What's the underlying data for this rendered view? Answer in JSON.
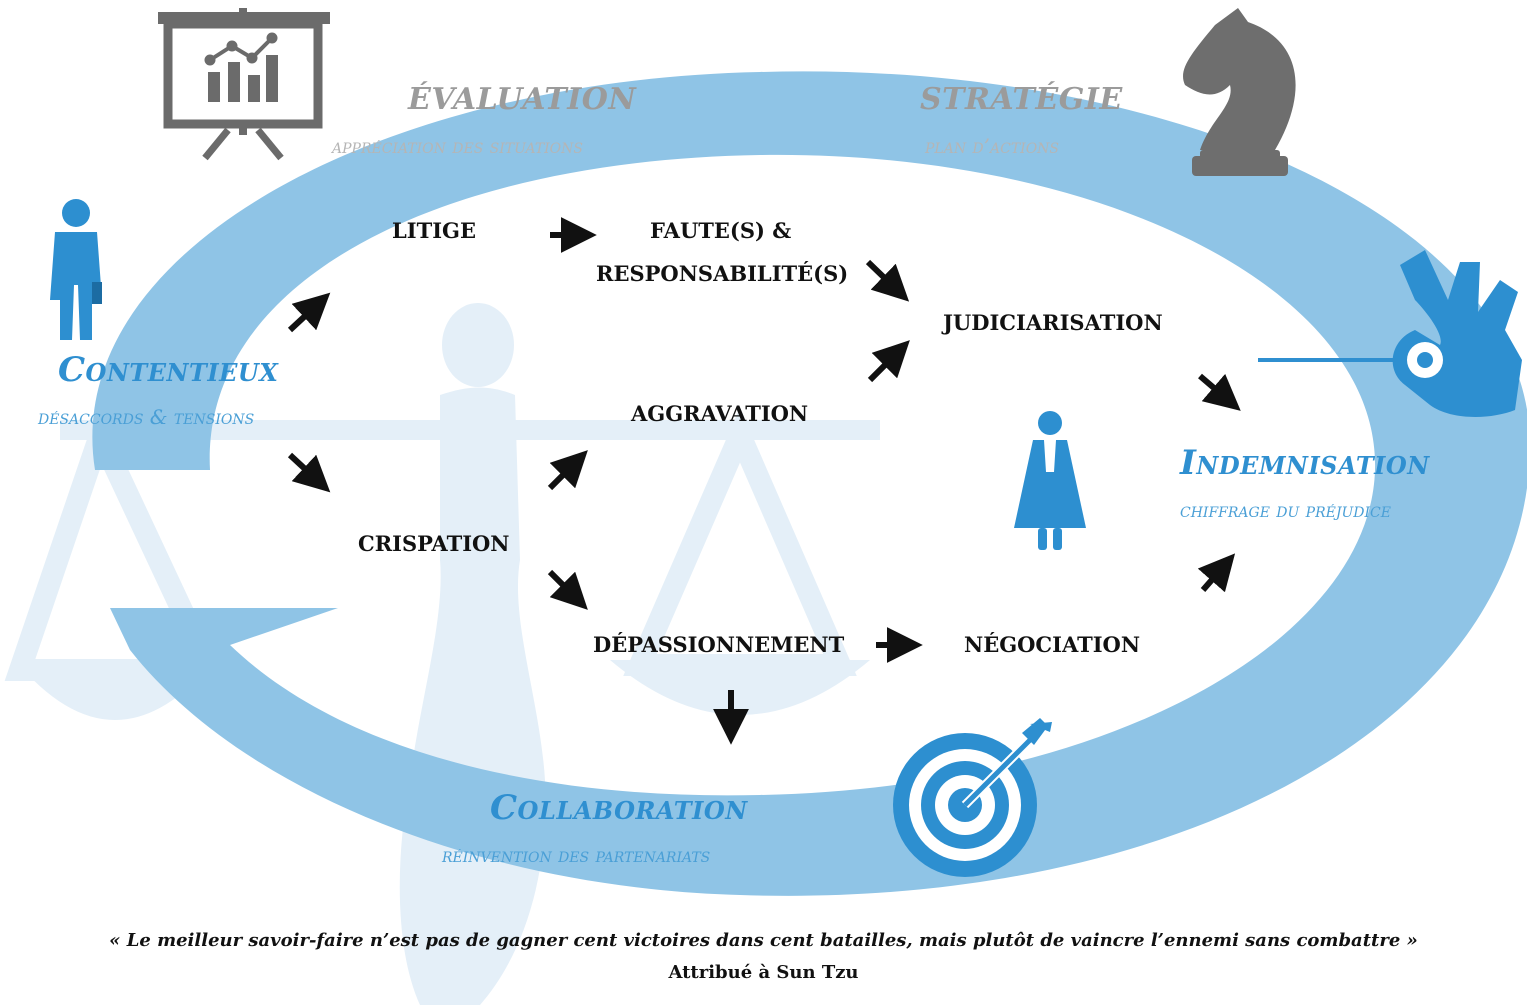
{
  "phases": {
    "contentieux": {
      "title": "Contentieux",
      "subtitle": "désaccords & tensions"
    },
    "evaluation": {
      "title": "ÉVALUATION",
      "subtitle": "appréciation des situations"
    },
    "strategie": {
      "title": "STRATÉGIE",
      "subtitle": "plan d’actions"
    },
    "indemnisation": {
      "title": "Indemnisation",
      "subtitle": "chiffrage du préjudice"
    },
    "collaboration": {
      "title": "Collaboration",
      "subtitle": "réinvention des partenariats"
    }
  },
  "nodes": {
    "litige": "LITIGE",
    "faute_line1": "FAUTE(S) &",
    "faute_line2": "RESPONSABILITÉ(S)",
    "judiciarisation": "JUDICIARISATION",
    "aggravation": "AGGRAVATION",
    "crispation": "CRISPATION",
    "depassionnement": "DÉPASSIONNEMENT",
    "negociation": "NÉGOCIATION"
  },
  "quote": {
    "text": "« Le meilleur savoir-faire n’est pas de gagner cent victoires dans cent  batailles, mais plutôt de vaincre l’ennemi sans combattre »",
    "attribution": "Attribué à Sun Tzu"
  },
  "colors": {
    "cycle_blue": "#8ec3e6",
    "accent_blue": "#2f8fd0",
    "grey_text": "#9b9b9b",
    "icon_grey": "#6f6f6f",
    "watermark": "#e3eff8"
  },
  "icons": [
    "presentation-chart-icon",
    "chess-knight-icon",
    "businessman-icon",
    "ok-hand-icon",
    "judge-icon",
    "target-dart-icon",
    "scales-of-justice-icon"
  ]
}
